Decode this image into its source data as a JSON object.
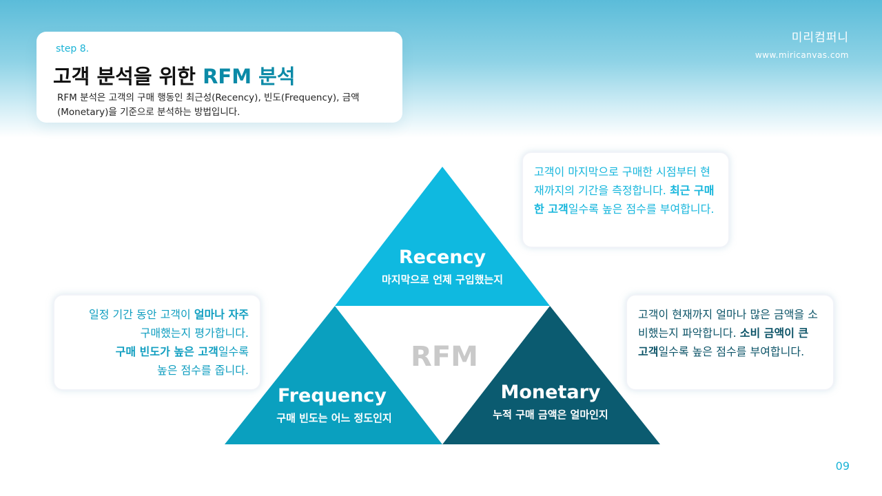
{
  "brand": {
    "name": "미리컴퍼니",
    "url": "www.miricanvas.com"
  },
  "header": {
    "step": "step 8.",
    "title_main": "고객 분석을 위한 ",
    "title_accent": "RFM 분석",
    "description": "RFM 분석은 고객의 구매 행동인 최근성(Recency), 빈도(Frequency), 금액(Monetary)을 기준으로 분석하는 방법입니다."
  },
  "diagram": {
    "center": "RFM",
    "recency": {
      "title": "Recency",
      "subtitle": "마지막으로 언제 구입했는지",
      "color": "#0fb9e0"
    },
    "frequency": {
      "title": "Frequency",
      "subtitle": "구매 빈도는 어느 정도인지",
      "color": "#0aa0bf"
    },
    "monetary": {
      "title": "Monetary",
      "subtitle": "누적 구매 금액은 얼마인지",
      "color": "#0b5b70"
    }
  },
  "callouts": {
    "recency": {
      "normal": "고객이 마지막으로 구매한 시점부터 현재까지의 기간을 측정합니다.",
      "strong": "최근 구매한 고객",
      "tail": "일수록 높은 점수를 부여합니다."
    },
    "frequency": {
      "line1_normal": "일정 기간 동안 고객이 ",
      "line1_strong": "얼마나 자주",
      "line2": "구매했는지 평가합니다.",
      "line3_strong": "구매 빈도가 높은 고객",
      "line3_tail": "일수록",
      "line4": "높은 점수를 줍니다."
    },
    "monetary": {
      "normal": "고객이 현재까지 얼마나 많은 금액을 소비했는지 파악합니다.",
      "strong": "소비 금액이 큰 고객",
      "tail": "일수록 높은 점수를 부여합니다."
    }
  },
  "page_number": "09"
}
